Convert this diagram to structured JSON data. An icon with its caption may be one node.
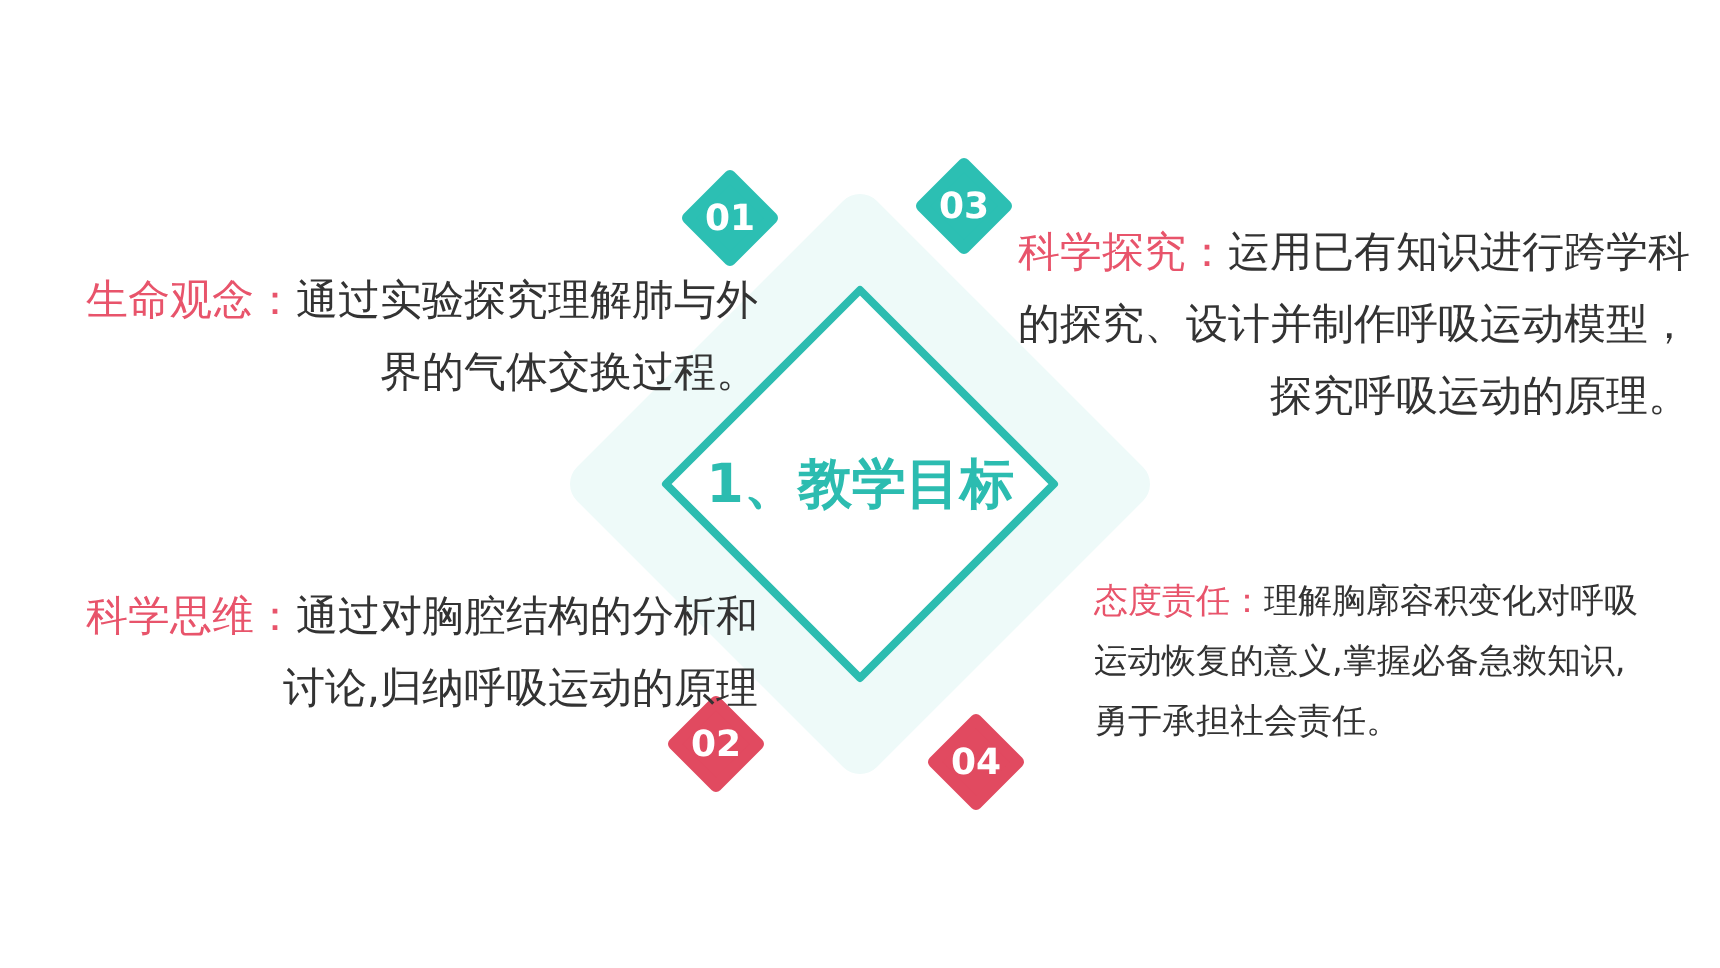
{
  "diagram": {
    "nodes": [
      {
        "text": [
          "1、教学目标"
        ]
      },
      {
        "text": [
          "01"
        ]
      },
      {
        "text": [
          "03"
        ]
      },
      {
        "text": [
          "02"
        ]
      },
      {
        "text": [
          "04"
        ]
      }
    ],
    "labels": [
      "生命观念：",
      "通过实验探究理解肺与外界的气体交换过程。",
      "科学探究：",
      "运用已有知识进行跨学科的探究、设计并制作呼吸运动模型，探究呼吸运动的原理。",
      "科学思维：",
      "通过对胸腔结构的分析和讨论,归纳呼吸运动的原理",
      "态度责任：",
      "理解胸廓容积变化对呼吸运动恢复的意义,掌握必备急救知识,勇于承担社会责任。"
    ]
  }
}
